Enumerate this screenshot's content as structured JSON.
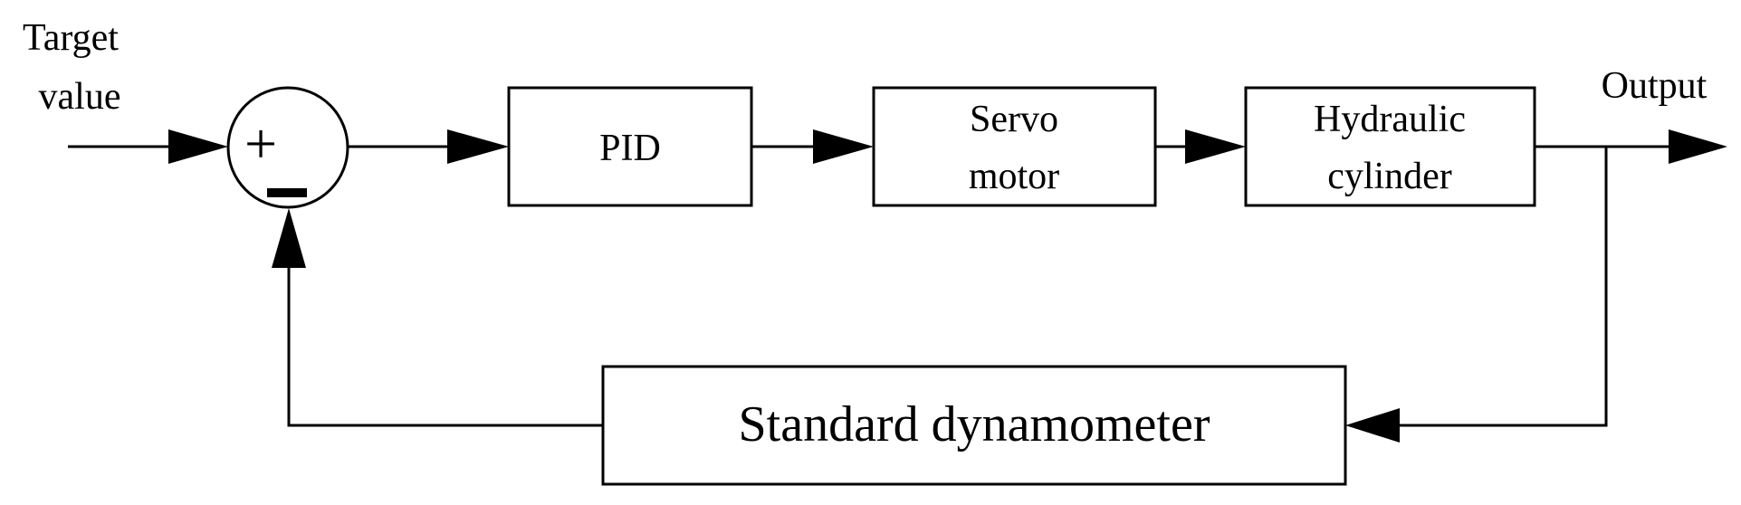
{
  "diagram": {
    "input_label": [
      "Target",
      "value"
    ],
    "output_label": "Output",
    "summing_junction": {
      "plus_sign": "+",
      "minus_sign": "−"
    },
    "blocks": {
      "pid": "PID",
      "servo_motor": [
        "Servo",
        "motor"
      ],
      "hydraulic_cylinder": [
        "Hydraulic",
        "cylinder"
      ],
      "standard_dynamometer": "Standard dynamometer"
    }
  }
}
